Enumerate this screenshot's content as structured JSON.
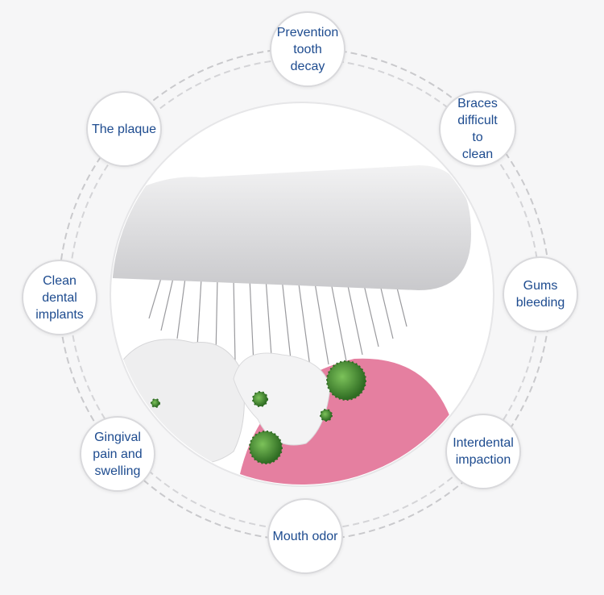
{
  "labels": {
    "prevention": "Prevention tooth decay",
    "plaque": "The plaque",
    "braces": "Braces difficult to clean",
    "implants": "Clean dental implants",
    "gums": "Gums bleeding",
    "gingival": "Gingival pain and swelling",
    "interdental": "Interdental impaction",
    "odor": "Mouth odor"
  },
  "colors": {
    "text": "#1d4b8f",
    "gum": "#e57fa0",
    "virus": "#3f8a2e",
    "ring": "#c9c9cc"
  }
}
